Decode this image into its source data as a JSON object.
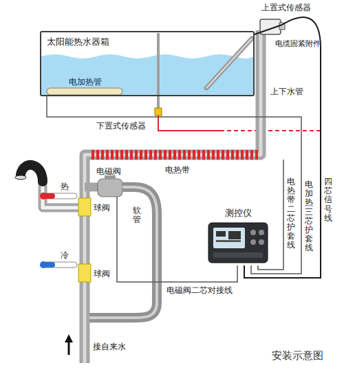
{
  "diagram": {
    "caption": "安装示意图",
    "nodes": [
      {
        "text": [
          "太阳能热水器箱"
        ]
      },
      {
        "text": [
          "测控仪"
        ]
      }
    ],
    "edges": [
      {
        "from": 1,
        "to": 0,
        "arrow": "none",
        "label": "电加热三芯护套线"
      },
      {
        "from": 1,
        "to": 0,
        "arrow": "none",
        "label": "四芯信号线"
      }
    ],
    "labels": [
      "上置式传感器",
      "电缆固紧附件",
      "电加热管",
      "下置式传感器",
      "上下水管",
      "电热带",
      "电磁阀",
      "热",
      "球阀",
      "冷",
      "球阀",
      "软管",
      "电热带二芯护套线",
      "电磁阀二芯对接线",
      "接自来水"
    ]
  }
}
